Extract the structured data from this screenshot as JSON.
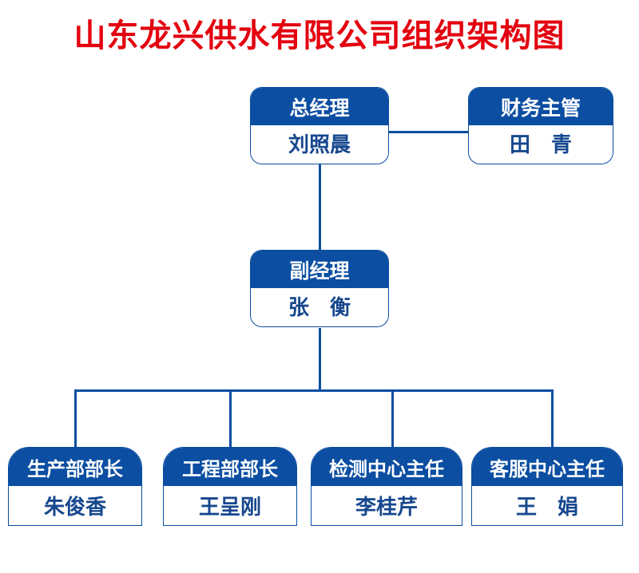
{
  "title": "山东龙兴供水有限公司组织架构图",
  "colors": {
    "title_red": "#E3000F",
    "box_blue": "#0B4EA2",
    "name_blue": "#16478E",
    "box_white": "#FFFFFF"
  },
  "nodes": {
    "general_manager": {
      "role": "总经理",
      "name": "刘照晨"
    },
    "finance_supervisor": {
      "role": "财务主管",
      "name": "田　青"
    },
    "deputy_manager": {
      "role": "副经理",
      "name": "张　衡"
    },
    "production_head": {
      "role": "生产部部长",
      "name": "朱俊香"
    },
    "engineering_head": {
      "role": "工程部部长",
      "name": "王呈刚"
    },
    "testing_center_director": {
      "role": "检测中心主任",
      "name": "李桂芹"
    },
    "service_center_director": {
      "role": "客服中心主任",
      "name": "王　娟"
    }
  },
  "chart_data": {
    "type": "diagram",
    "diagram_kind": "organization-chart",
    "title": "山东龙兴供水有限公司组织架构图",
    "nodes": [
      {
        "id": "general_manager",
        "role": "总经理",
        "name": "刘照晨",
        "level": 1
      },
      {
        "id": "finance_supervisor",
        "role": "财务主管",
        "name": "田　青",
        "level": 1
      },
      {
        "id": "deputy_manager",
        "role": "副经理",
        "name": "张　衡",
        "level": 2
      },
      {
        "id": "production_head",
        "role": "生产部部长",
        "name": "朱俊香",
        "level": 3
      },
      {
        "id": "engineering_head",
        "role": "工程部部长",
        "name": "王呈刚",
        "level": 3
      },
      {
        "id": "testing_center_director",
        "role": "检测中心主任",
        "name": "李桂芹",
        "level": 3
      },
      {
        "id": "service_center_director",
        "role": "客服中心主任",
        "name": "王　娟",
        "level": 3
      }
    ],
    "edges": [
      {
        "from": "general_manager",
        "to": "finance_supervisor"
      },
      {
        "from": "general_manager",
        "to": "deputy_manager"
      },
      {
        "from": "deputy_manager",
        "to": "production_head"
      },
      {
        "from": "deputy_manager",
        "to": "engineering_head"
      },
      {
        "from": "deputy_manager",
        "to": "testing_center_director"
      },
      {
        "from": "deputy_manager",
        "to": "service_center_director"
      }
    ]
  }
}
